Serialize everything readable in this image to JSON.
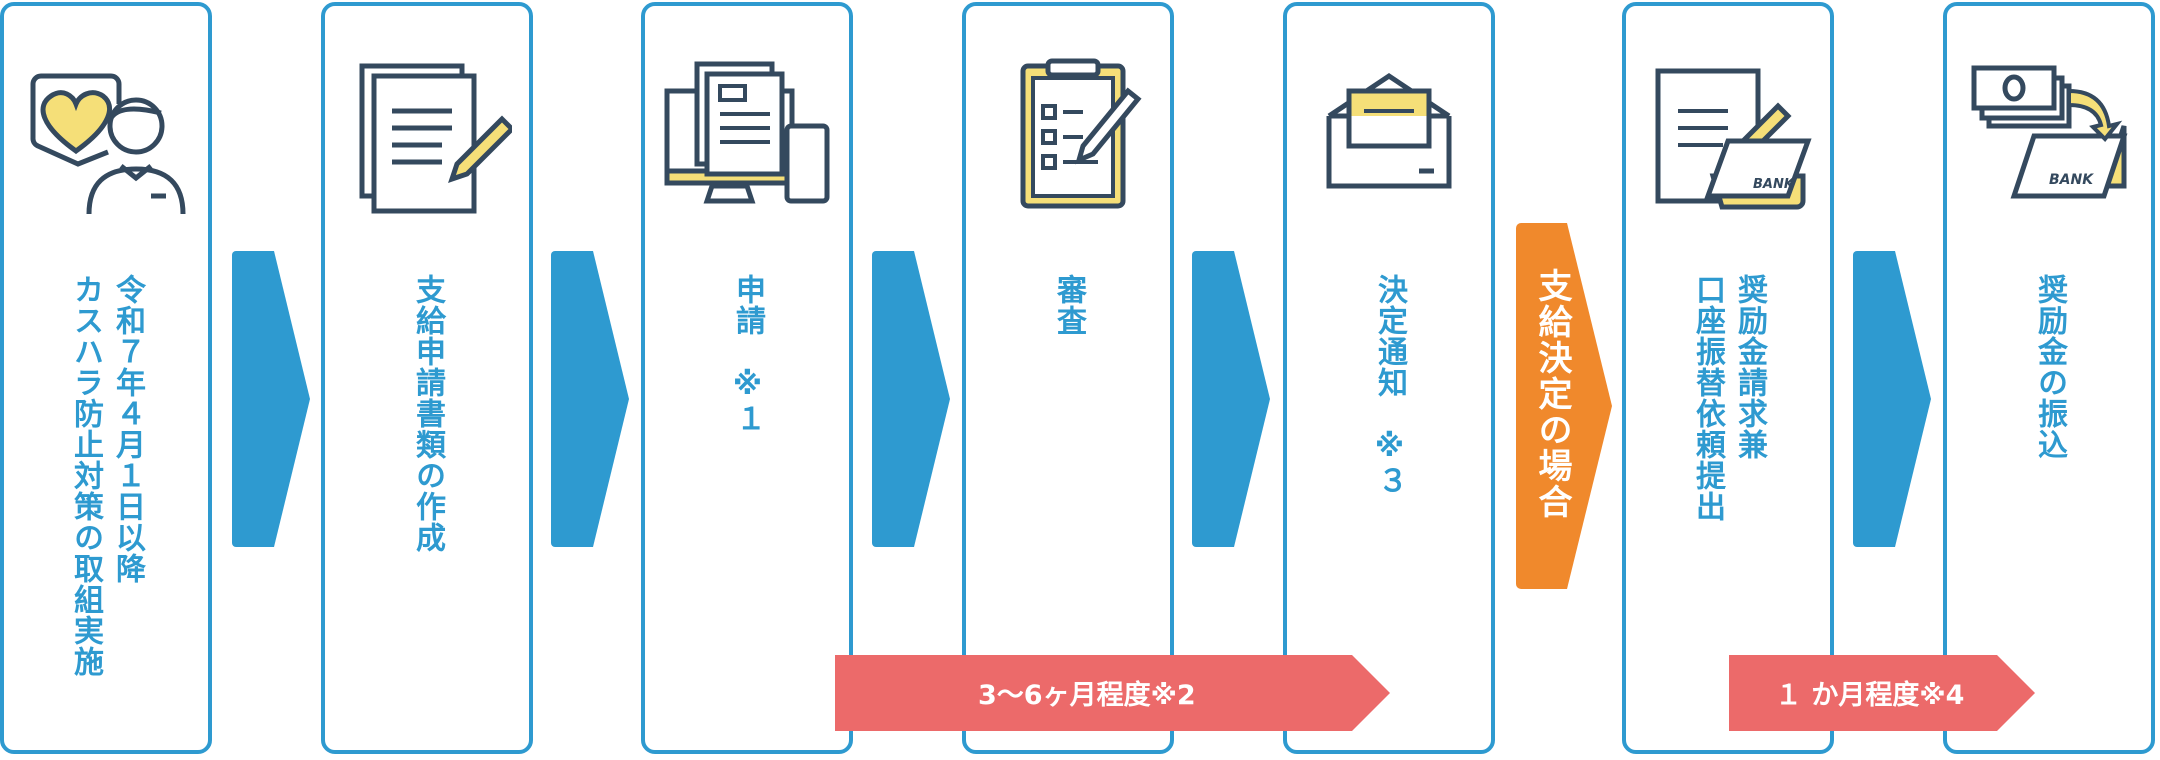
{
  "colors": {
    "blue": "#2e9ad0",
    "orange": "#f0892c",
    "pink": "#ec6a6a",
    "icon_stroke": "#34495e",
    "icon_fill": "#f5df78"
  },
  "steps": [
    {
      "lines": [
        "令和７年４月１日以降",
        "カスハラ防止対策の取組実施"
      ],
      "icon": "heart-person-icon"
    },
    {
      "lines": [
        "支給申請書類の作成"
      ],
      "icon": "document-pen-icon"
    },
    {
      "lines": [
        "申請　※１"
      ],
      "icon": "computer-devices-icon"
    },
    {
      "lines": [
        "審査"
      ],
      "icon": "checklist-clipboard-icon"
    },
    {
      "lines": [
        "決定通知　※３"
      ],
      "icon": "envelope-letter-icon"
    },
    {
      "lines": [
        "奨励金請求兼",
        "口座振替依頼提出"
      ],
      "icon": "form-bankbook-icon",
      "bank": "BANK"
    },
    {
      "lines": [
        "奨励金の振込"
      ],
      "icon": "money-to-bank-icon",
      "bank": "BANK"
    }
  ],
  "decision_label": "支給決定の場合",
  "durations": [
    {
      "label": "3〜6ヶ月程度※2"
    },
    {
      "label": "１ か月程度※4"
    }
  ]
}
